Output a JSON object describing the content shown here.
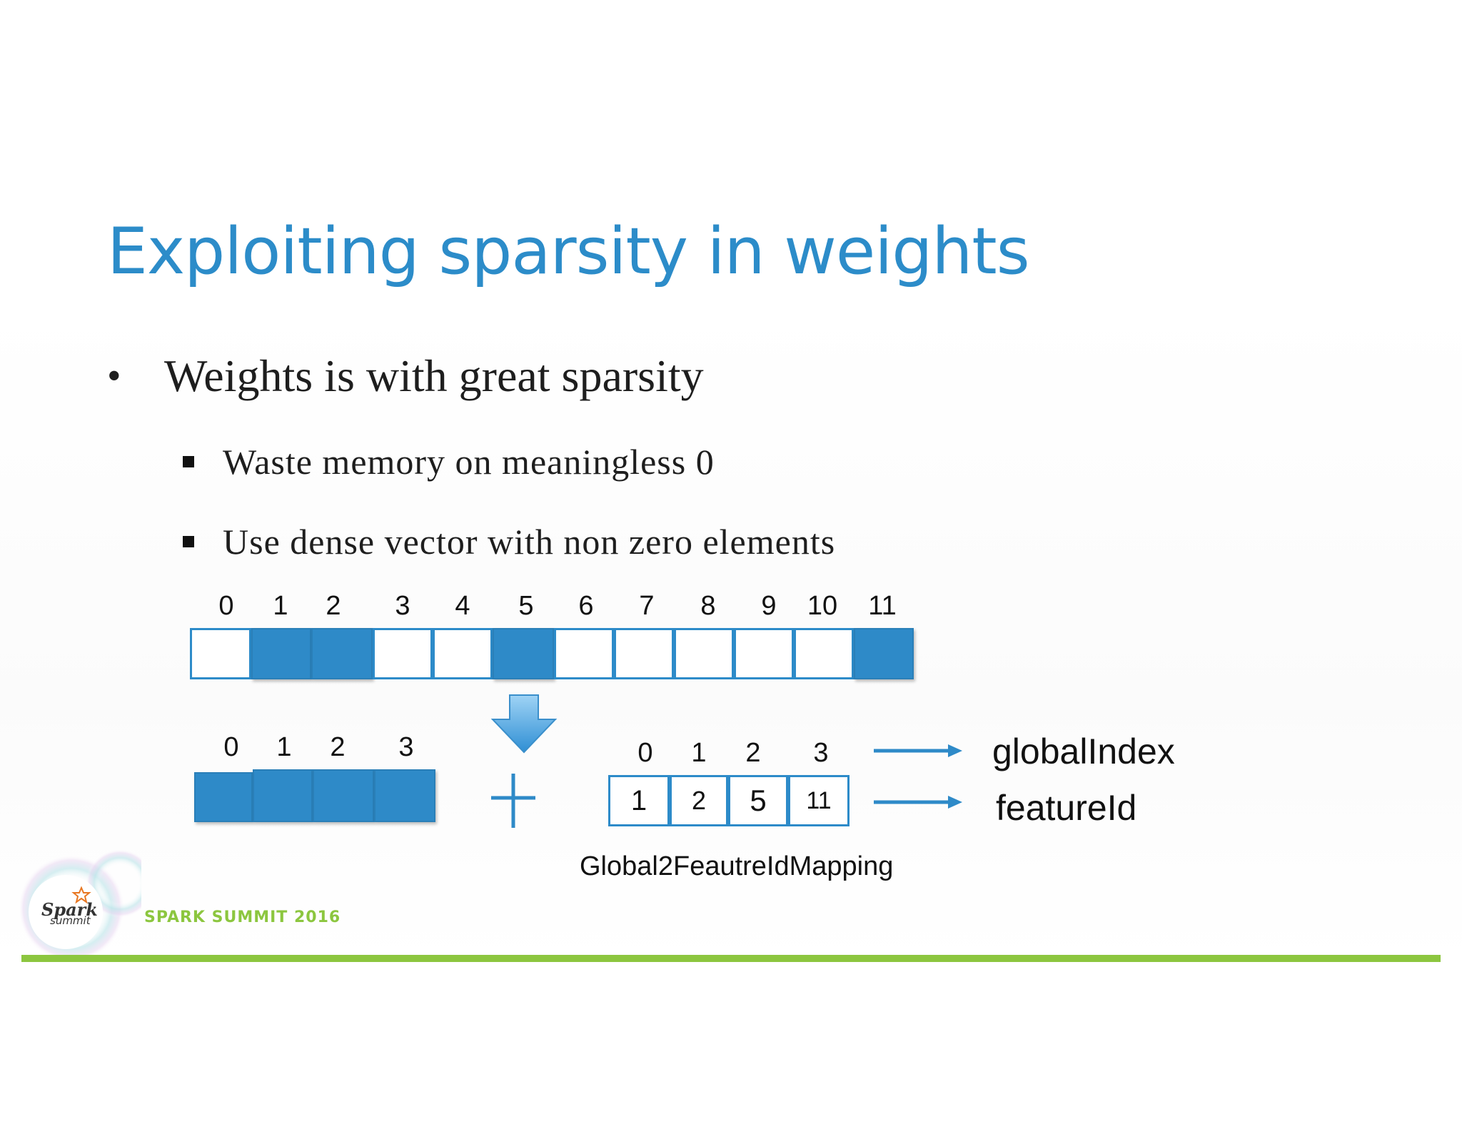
{
  "title": "Exploiting sparsity in weights",
  "bullets": {
    "level1": "Weights is with great sparsity",
    "level2": [
      "Waste memory on meaningless 0",
      "Use dense vector with non zero elements"
    ]
  },
  "sparse_vector": {
    "indices": [
      "0",
      "1",
      "2",
      "3",
      "4",
      "5",
      "6",
      "7",
      "8",
      "9",
      "10",
      "11"
    ],
    "filled": [
      false,
      true,
      true,
      false,
      false,
      true,
      false,
      false,
      false,
      false,
      false,
      true
    ]
  },
  "dense_vector": {
    "indices": [
      "0",
      "1",
      "2",
      "3"
    ]
  },
  "plus_symbol": "+",
  "mapping": {
    "indices": [
      "0",
      "1",
      "2",
      "3"
    ],
    "values": [
      "1",
      "2",
      "5",
      "11"
    ],
    "caption": "Global2FeautreIdMapping"
  },
  "labels": {
    "global_index": "globalIndex",
    "feature_id": "featureId"
  },
  "footer": {
    "event": "SPARK SUMMIT 2016",
    "logo_word": "Spark",
    "logo_sub": "summit"
  },
  "colors": {
    "title": "#2c8cc9",
    "cell_fill": "#2e8ac8",
    "accent_green": "#8cc63f"
  }
}
